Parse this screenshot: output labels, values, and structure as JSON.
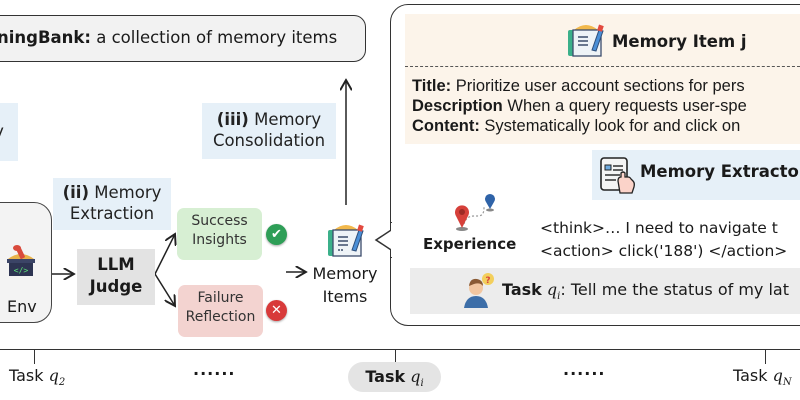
{
  "reasoning_bank": {
    "name_visible": "ningBank:",
    "description": "a collection of memory items"
  },
  "stages": {
    "retrieval_partial": "y",
    "extraction": {
      "number": "(ii)",
      "label_line1": "Memory",
      "label_line2": "Extraction"
    },
    "consolidation": {
      "number": "(iii)",
      "label_line1": "Memory",
      "label_line2": "Consolidation"
    }
  },
  "env": {
    "label": "Env",
    "icon": "sandbox-code-icon"
  },
  "judge": {
    "line1": "LLM",
    "line2": "Judge"
  },
  "outcomes": {
    "success": {
      "line1": "Success",
      "line2": "Insights",
      "icon": "check-circle-icon",
      "symbol": "✔",
      "color": "#2e9e57"
    },
    "failure": {
      "line1": "Failure",
      "line2": "Reflection",
      "icon": "x-circle-icon",
      "symbol": "✕",
      "color": "#d83a3a"
    }
  },
  "memory_items": {
    "line1": "Memory",
    "line2": "Items"
  },
  "memory_item_detail": {
    "heading": "Memory Item j",
    "title_label": "Title:",
    "title_text": "Prioritize user account sections for pers",
    "description_label": "Description",
    "description_text": "When a query requests user-spe",
    "content_label": "Content:",
    "content_text": "Systematically look for and click on"
  },
  "extractor": {
    "label": "Memory Extractor"
  },
  "experience": {
    "label": "Experience",
    "line1": "<think>… I need to navigate t",
    "line2": "<action> click('188') </action>"
  },
  "task_query": {
    "label": "Task",
    "var": "q",
    "sub": "i",
    "text": ": Tell me the status of my lat"
  },
  "timeline": {
    "task_word": "Task",
    "items": [
      {
        "var": "q",
        "sub": "2"
      },
      {
        "var": "q",
        "sub": "i"
      },
      {
        "var": "q",
        "sub": "N"
      }
    ],
    "ellipsis": "······"
  },
  "colors": {
    "stage_bg": "#e6f0f8",
    "success_bg": "#d7efd3",
    "failure_bg": "#f3d3d0",
    "memory_item_bg": "#fcf4ea",
    "task_bg": "#ececec"
  }
}
